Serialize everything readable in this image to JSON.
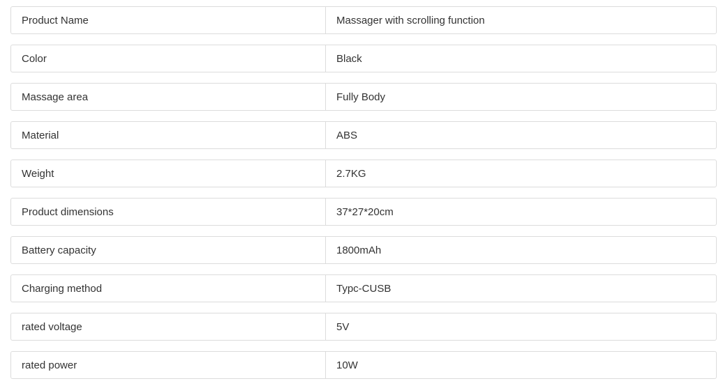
{
  "specs": [
    {
      "label": "Product Name",
      "value": "Massager with scrolling function"
    },
    {
      "label": "Color",
      "value": "Black"
    },
    {
      "label": "Massage area",
      "value": "Fully Body"
    },
    {
      "label": "Material",
      "value": "ABS"
    },
    {
      "label": "Weight",
      "value": "2.7KG"
    },
    {
      "label": "Product dimensions",
      "value": "37*27*20cm"
    },
    {
      "label": "Battery capacity",
      "value": "1800mAh"
    },
    {
      "label": "Charging method",
      "value": "Typc-CUSB"
    },
    {
      "label": "rated voltage",
      "value": "5V"
    },
    {
      "label": "rated power",
      "value": "10W"
    }
  ]
}
